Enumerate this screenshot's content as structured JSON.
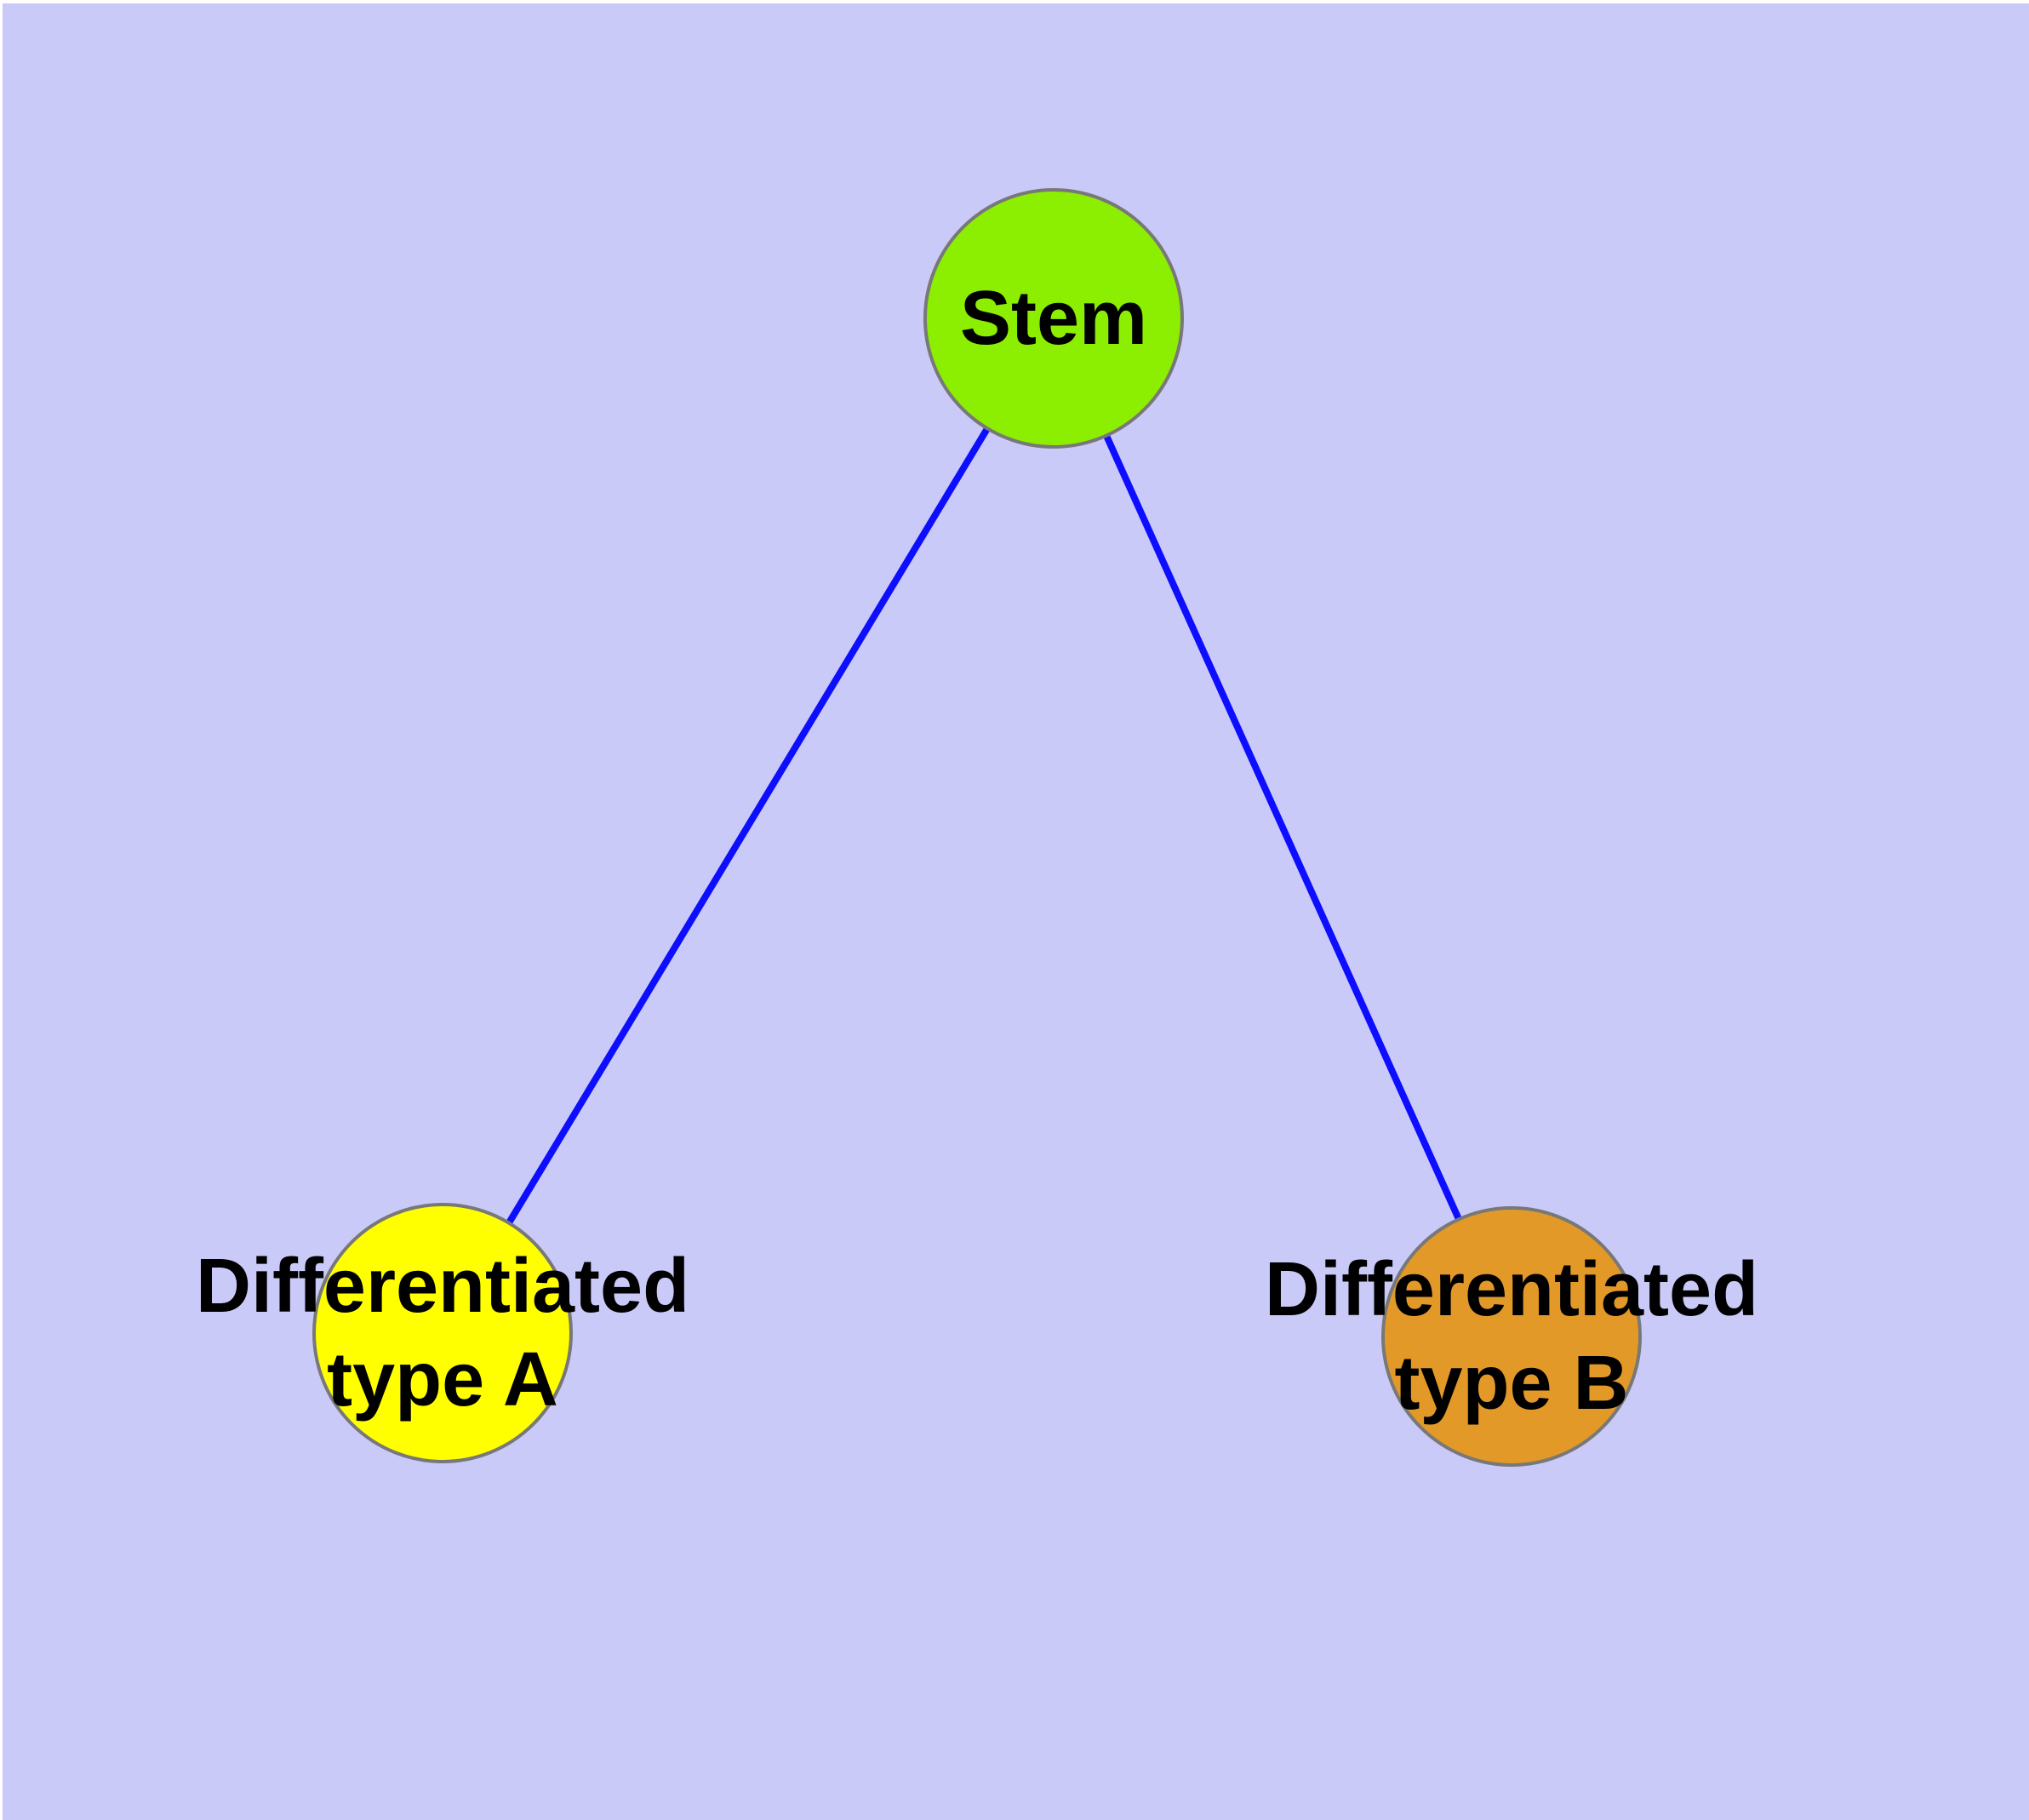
{
  "diagram": {
    "type": "node-link-graph",
    "background_color": "#CACAF8",
    "edge_color": "#0D0DFF",
    "node_border_color": "#787878",
    "text_color": "#000000",
    "nodes": {
      "stem": {
        "id": "stem",
        "label": "Stem",
        "fill": "#8CEE00"
      },
      "type_a": {
        "id": "type_a",
        "label": "Differentiated type A",
        "label_line1": "Differentiated",
        "label_line2": "type A",
        "fill": "#FFFF00"
      },
      "type_b": {
        "id": "type_b",
        "label": "Differentiated type B",
        "label_line1": "Differentiated",
        "label_line2": "type B",
        "fill": "#E39928"
      }
    },
    "edges": [
      {
        "from": "stem",
        "to": "type_a"
      },
      {
        "from": "stem",
        "to": "type_b"
      }
    ]
  }
}
